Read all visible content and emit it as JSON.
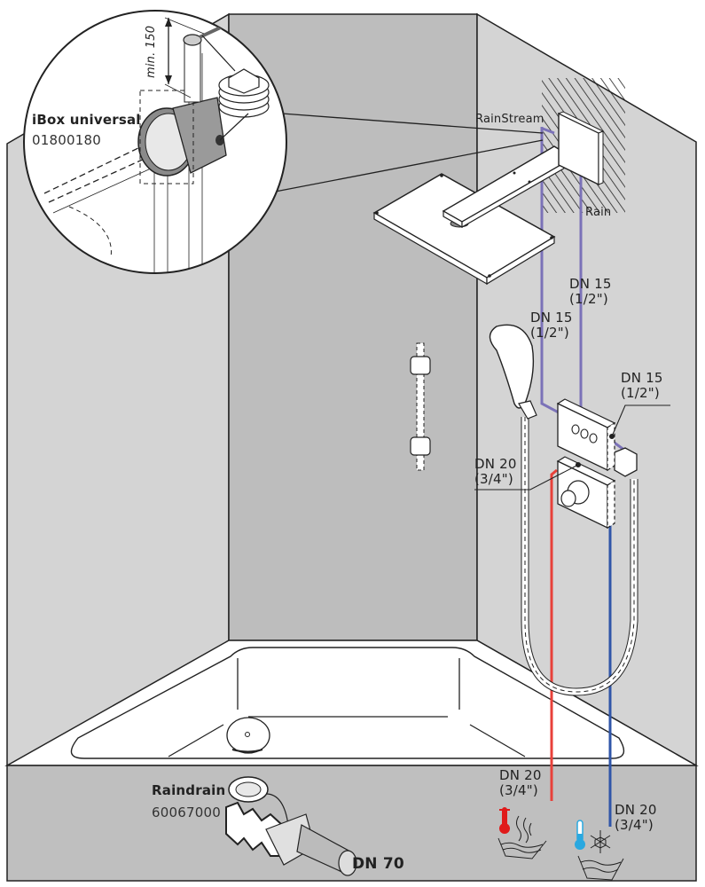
{
  "diagram": {
    "title": "Bathtub shower installation overview",
    "colors": {
      "back_wall": "#bdbdbd",
      "side_wall": "#d4d4d4",
      "front_panel": "#bfbfbf",
      "pipe_dn15": "#7b72b8",
      "pipe_hot": "#e8413a",
      "pipe_cold": "#2f55a8",
      "thermometer_hot": "#e01a1a",
      "thermometer_cold": "#29a8e0",
      "outline": "#222222"
    },
    "detail_callout": {
      "product_name": "iBox universal",
      "product_code": "01800180",
      "dimension_label": "min. 150"
    },
    "overhead_shower": {
      "label_left": "RainStream",
      "label_right": "Rain"
    },
    "pipe_labels": [
      {
        "id": "dn15-rain",
        "line1": "DN 15",
        "line2": "(1/2\")"
      },
      {
        "id": "dn15-rainstream",
        "line1": "DN 15",
        "line2": "(1/2\")"
      },
      {
        "id": "dn15-outlet",
        "line1": "DN 15",
        "line2": "(1/2\")"
      },
      {
        "id": "dn20-mixer",
        "line1": "DN 20",
        "line2": "(3/4\")"
      },
      {
        "id": "dn20-hot",
        "line1": "DN 20",
        "line2": "(3/4\")"
      },
      {
        "id": "dn20-cold",
        "line1": "DN 20",
        "line2": "(3/4\")"
      }
    ],
    "drain": {
      "product_name": "Raindrain",
      "product_code": "60067000",
      "outlet_label": "DN 70"
    },
    "supply_icons": [
      {
        "id": "hot-water",
        "icon": "thermometer-hot-icon"
      },
      {
        "id": "cold-water",
        "icon": "thermometer-cold-icon"
      }
    ]
  }
}
